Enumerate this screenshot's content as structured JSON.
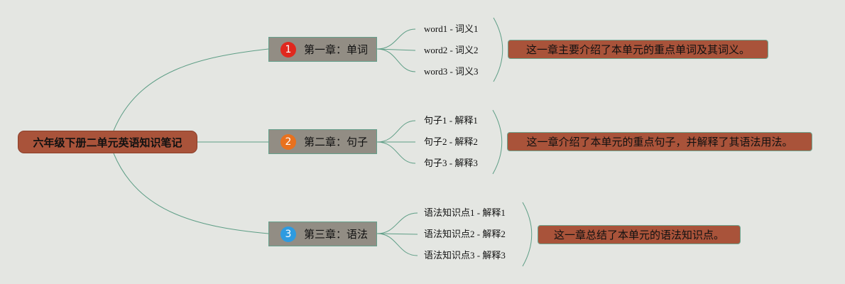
{
  "root": {
    "label": "六年级下册二单元英语知识笔记"
  },
  "chapters": [
    {
      "number": "1",
      "label": "第一章：单词",
      "badge_color": "#e0281e",
      "items": [
        "word1 - 词义1",
        "word2 - 词义2",
        "word3 - 词义3"
      ],
      "summary": "这一章主要介绍了本单元的重点单词及其词义。"
    },
    {
      "number": "2",
      "label": "第二章：句子",
      "badge_color": "#e8711e",
      "items": [
        "句子1 - 解释1",
        "句子2 - 解释2",
        "句子3 - 解释3"
      ],
      "summary": "这一章介绍了本单元的重点句子，并解释了其语法用法。"
    },
    {
      "number": "3",
      "label": "第三章：语法",
      "badge_color": "#2e9be0",
      "items": [
        "语法知识点1 - 解释1",
        "语法知识点2 - 解释2",
        "语法知识点3 - 解释3"
      ],
      "summary": "这一章总结了本单元的语法知识点。"
    }
  ],
  "colors": {
    "background": "#e4e6e2",
    "connector": "#5e9e86",
    "root_fill": "#a9533a",
    "chapter_fill": "#928d84",
    "summary_fill": "#a9533a"
  }
}
